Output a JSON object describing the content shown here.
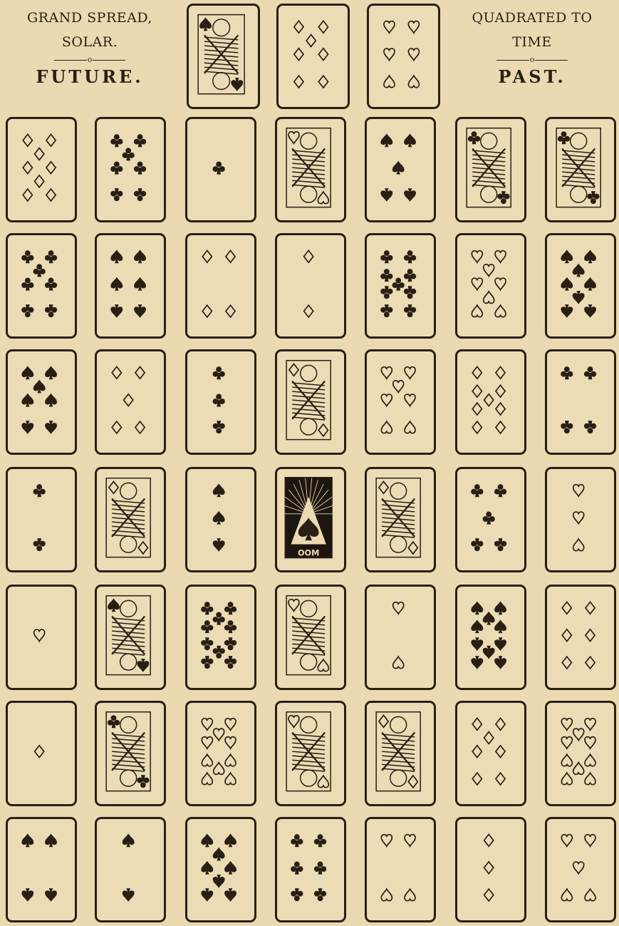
{
  "header": {
    "left": {
      "line1": "GRAND SPREAD,",
      "line2": "SOLAR.",
      "ornament": "o",
      "label": "FUTURE."
    },
    "right": {
      "line1": "QUADRATED TO",
      "line2": "TIME",
      "ornament": "o",
      "label": "PAST."
    }
  },
  "top_row": [
    {
      "rank": "Q",
      "suit": "spades"
    },
    {
      "rank": "7",
      "suit": "diamonds"
    },
    {
      "rank": "6",
      "suit": "hearts"
    }
  ],
  "grid": [
    [
      {
        "rank": "8",
        "suit": "diamonds"
      },
      {
        "rank": "7",
        "suit": "clubs"
      },
      {
        "rank": "A",
        "suit": "clubs"
      },
      {
        "rank": "J",
        "suit": "hearts"
      },
      {
        "rank": "5",
        "suit": "spades"
      },
      {
        "rank": "K",
        "suit": "clubs"
      },
      {
        "rank": "Q",
        "suit": "clubs"
      }
    ],
    [
      {
        "rank": "7",
        "suit": "clubs"
      },
      {
        "rank": "6",
        "suit": "spades"
      },
      {
        "rank": "4",
        "suit": "diamonds"
      },
      {
        "rank": "2",
        "suit": "diamonds"
      },
      {
        "rank": "9",
        "suit": "clubs"
      },
      {
        "rank": "8",
        "suit": "hearts"
      },
      {
        "rank": "8",
        "suit": "spades"
      }
    ],
    [
      {
        "rank": "7",
        "suit": "spades"
      },
      {
        "rank": "5",
        "suit": "diamonds"
      },
      {
        "rank": "3",
        "suit": "clubs"
      },
      {
        "rank": "Q",
        "suit": "diamonds"
      },
      {
        "rank": "7",
        "suit": "hearts"
      },
      {
        "rank": "9",
        "suit": "diamonds"
      },
      {
        "rank": "4",
        "suit": "clubs"
      }
    ],
    [
      {
        "rank": "2",
        "suit": "clubs"
      },
      {
        "rank": "J",
        "suit": "diamonds"
      },
      {
        "rank": "3",
        "suit": "spades"
      },
      {
        "rank": "A",
        "suit": "spades",
        "label": "OOM"
      },
      {
        "rank": "K",
        "suit": "diamonds"
      },
      {
        "rank": "5",
        "suit": "clubs"
      },
      {
        "rank": "3",
        "suit": "hearts"
      }
    ],
    [
      {
        "rank": "A",
        "suit": "hearts"
      },
      {
        "rank": "K",
        "suit": "spades"
      },
      {
        "rank": "10",
        "suit": "clubs"
      },
      {
        "rank": "K",
        "suit": "hearts"
      },
      {
        "rank": "2",
        "suit": "hearts"
      },
      {
        "rank": "10",
        "suit": "spades"
      },
      {
        "rank": "6",
        "suit": "diamonds"
      }
    ],
    [
      {
        "rank": "A",
        "suit": "diamonds"
      },
      {
        "rank": "J",
        "suit": "clubs"
      },
      {
        "rank": "10",
        "suit": "hearts"
      },
      {
        "rank": "K",
        "suit": "hearts"
      },
      {
        "rank": "Q",
        "suit": "diamonds"
      },
      {
        "rank": "7",
        "suit": "diamonds"
      },
      {
        "rank": "10",
        "suit": "hearts"
      }
    ],
    [
      {
        "rank": "4",
        "suit": "spades"
      },
      {
        "rank": "2",
        "suit": "spades"
      },
      {
        "rank": "8",
        "suit": "spades"
      },
      {
        "rank": "6",
        "suit": "clubs"
      },
      {
        "rank": "4",
        "suit": "hearts"
      },
      {
        "rank": "3",
        "suit": "diamonds"
      },
      {
        "rank": "5",
        "suit": "hearts"
      }
    ]
  ],
  "colors": {
    "paper": "#ebd9b1",
    "ink": "#2a1f14"
  }
}
